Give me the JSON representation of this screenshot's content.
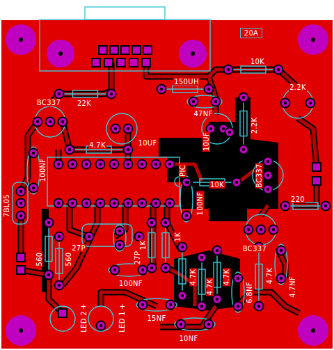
{
  "diagram": {
    "labels": [
      "20A",
      "10K",
      "150UH",
      "BC337",
      "22K",
      "2.2K",
      "47NF",
      "10UF",
      "4.7K",
      "10UF",
      "2.2K",
      "100NF",
      "PIC",
      "BC337",
      "10K",
      "7BL05",
      "100NF",
      "220",
      "BC337",
      "560",
      "560",
      "27P",
      "27P",
      "1K",
      "1K",
      "100NF",
      "4.7K",
      "4.7K",
      "4.7K",
      "4.7K",
      "6.8NF",
      "4.7NF",
      "15NF",
      "10NF",
      "LED 2",
      "+",
      "LED 1",
      "+"
    ]
  }
}
